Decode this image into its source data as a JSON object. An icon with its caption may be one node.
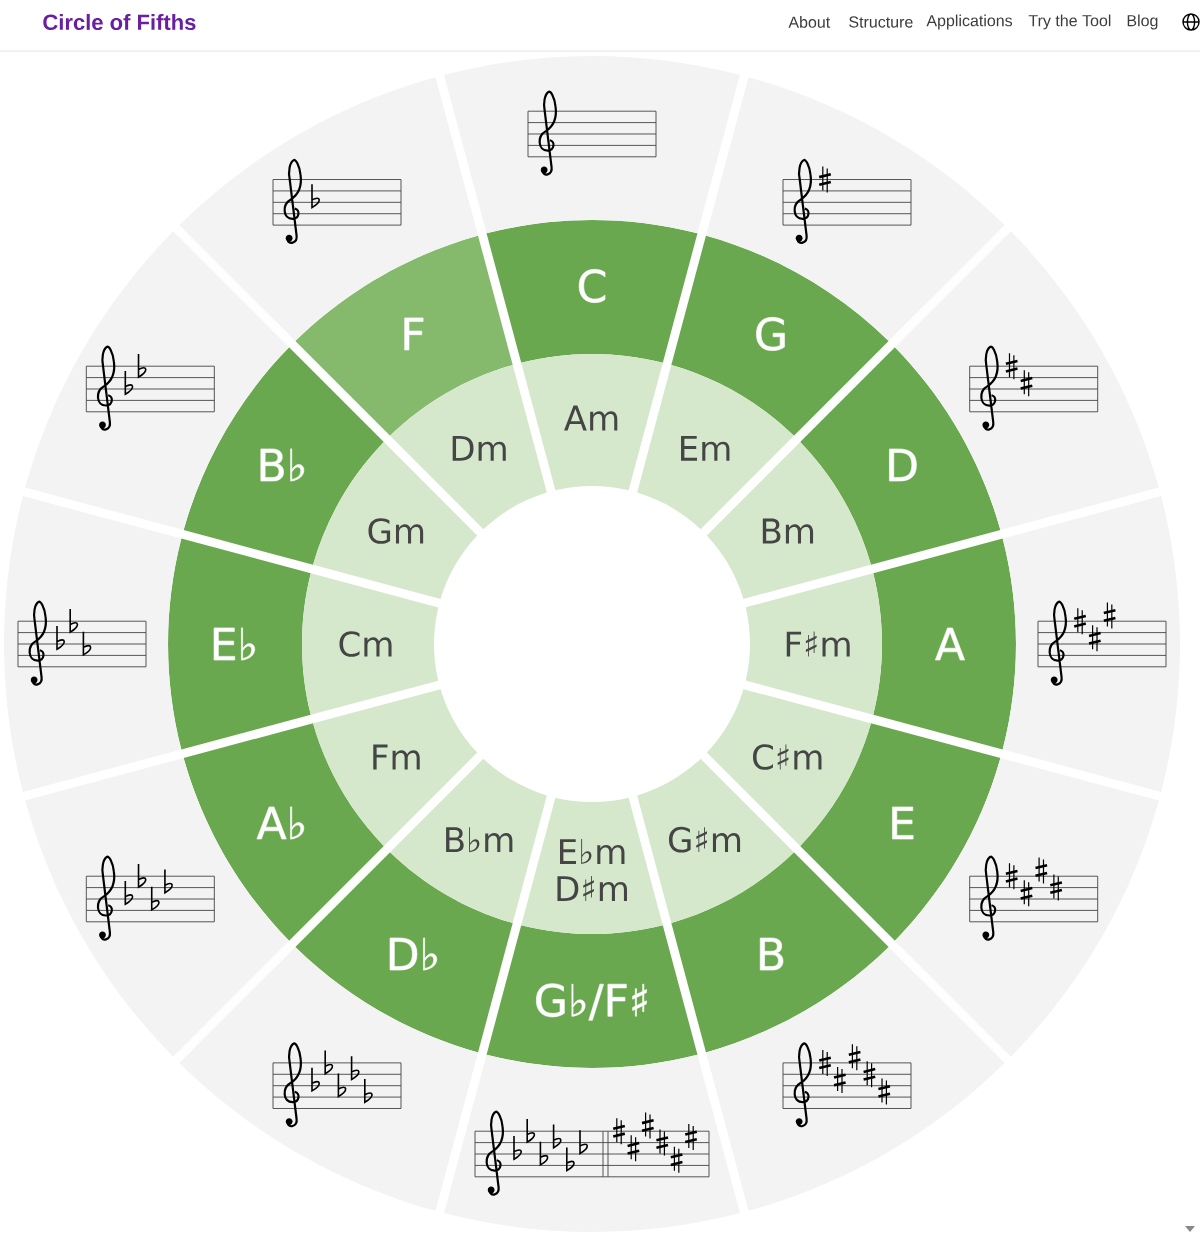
{
  "diagram": {
    "title": "Circle of Fifths",
    "nodes": [
      {
        "text": [
          "C"
        ]
      },
      {
        "text": [
          "G"
        ]
      },
      {
        "text": [
          "D"
        ]
      },
      {
        "text": [
          "A"
        ]
      },
      {
        "text": [
          "E"
        ]
      },
      {
        "text": [
          "B"
        ]
      },
      {
        "text": [
          "G♭/F♯"
        ]
      },
      {
        "text": [
          "D♭"
        ]
      },
      {
        "text": [
          "A♭"
        ]
      },
      {
        "text": [
          "E♭"
        ]
      },
      {
        "text": [
          "B♭"
        ]
      },
      {
        "text": [
          "F"
        ]
      },
      {
        "text": [
          "Am"
        ]
      },
      {
        "text": [
          "Em"
        ]
      },
      {
        "text": [
          "Bm"
        ]
      },
      {
        "text": [
          "F♯m"
        ]
      },
      {
        "text": [
          "C♯m"
        ]
      },
      {
        "text": [
          "G♯m"
        ]
      },
      {
        "text": [
          "E♭m",
          "D♯m"
        ]
      },
      {
        "text": [
          "B♭m"
        ]
      },
      {
        "text": [
          "Fm"
        ]
      },
      {
        "text": [
          "Cm"
        ]
      },
      {
        "text": [
          "Gm"
        ]
      },
      {
        "text": [
          "Dm"
        ]
      },
      {
        "text": [],
        "shape": "picture"
      },
      {
        "text": [],
        "shape": "picture"
      },
      {
        "text": [],
        "shape": "picture"
      },
      {
        "text": [],
        "shape": "picture"
      },
      {
        "text": [],
        "shape": "picture"
      },
      {
        "text": [],
        "shape": "picture"
      },
      {
        "text": [],
        "shape": "picture"
      },
      {
        "text": [],
        "shape": "picture"
      },
      {
        "text": [],
        "shape": "picture"
      },
      {
        "text": [],
        "shape": "picture"
      },
      {
        "text": [],
        "shape": "picture"
      },
      {
        "text": [],
        "shape": "picture"
      }
    ],
    "labels": [
      "About",
      "Structure",
      "Applications",
      "Try the Tool",
      "Blog"
    ]
  }
}
